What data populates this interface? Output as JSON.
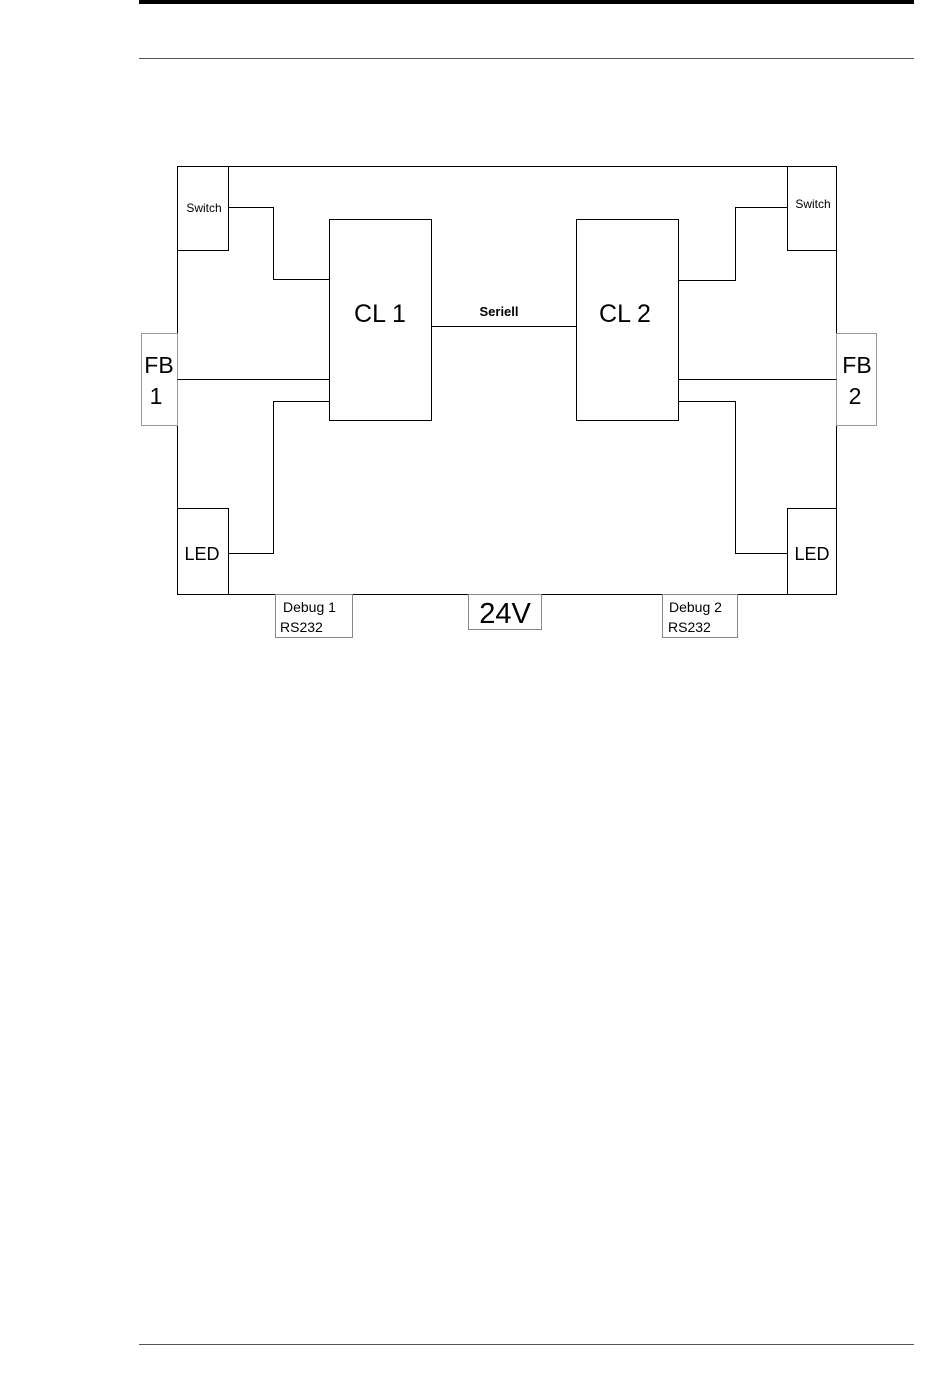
{
  "diagram": {
    "labels": {
      "switch_left": "Switch",
      "switch_right": "Switch",
      "fb1_line1": "FB",
      "fb1_line2": "1",
      "fb2_line1": "FB",
      "fb2_line2": "2",
      "cl1": "CL 1",
      "cl2": "CL 2",
      "serial": "Seriell",
      "led_left": "LED",
      "led_right": "LED",
      "debug1_line1": "Debug 1",
      "debug1_line2": "RS232",
      "debug2_line1": "Debug 2",
      "debug2_line2": "RS232",
      "power": "24V"
    }
  }
}
